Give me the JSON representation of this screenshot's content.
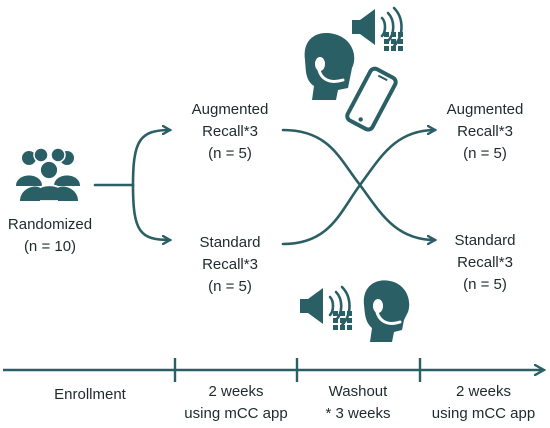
{
  "colors": {
    "accent": "#2b5f66",
    "text": "#1f2a2c"
  },
  "icons": {
    "group": "people-group-icon",
    "head_top": "headset-head-icon",
    "speaker_top": "speaker-keypad-icon",
    "phone": "smartphone-icon",
    "speaker_bottom": "speaker-keypad-icon",
    "head_bottom": "headset-head-icon"
  },
  "nodes": {
    "randomized": {
      "line1": "Randomized",
      "line2": "(n = 10)"
    },
    "augmented_left": {
      "line1": "Augmented",
      "line2": "Recall*3",
      "line3": "(n = 5)"
    },
    "standard_left": {
      "line1": "Standard",
      "line2": "Recall*3",
      "line3": "(n = 5)"
    },
    "augmented_right": {
      "line1": "Augmented",
      "line2": "Recall*3",
      "line3": "(n = 5)"
    },
    "standard_right": {
      "line1": "Standard",
      "line2": "Recall*3",
      "line3": "(n = 5)"
    }
  },
  "timeline": {
    "segments": [
      {
        "line1": "Enrollment",
        "line2": ""
      },
      {
        "line1": "2 weeks",
        "line2": "using mCC app"
      },
      {
        "line1": "Washout",
        "line2": "* 3 weeks"
      },
      {
        "line1": "2 weeks",
        "line2": "using mCC app"
      }
    ]
  }
}
